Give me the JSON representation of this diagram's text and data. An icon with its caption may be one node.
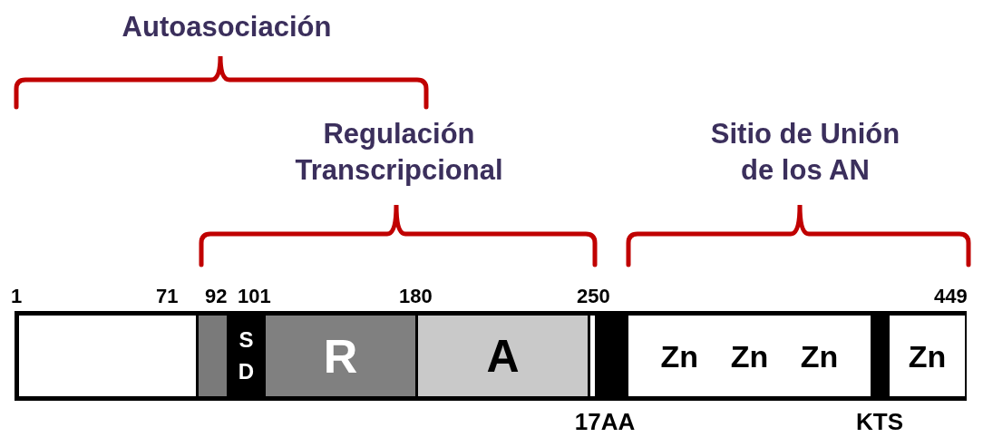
{
  "diagram": {
    "nodes": [
      {
        "text": [],
        "shape": "bar"
      },
      {
        "text": [],
        "shape": "bar"
      },
      {
        "text": [
          "S D"
        ]
      },
      {
        "text": [
          "R"
        ]
      },
      {
        "text": [
          "A"
        ]
      },
      {
        "text": [],
        "shape": "bar"
      },
      {
        "text": [],
        "shape": "bar",
        "beside": [
          "17AA"
        ]
      },
      {
        "text": [
          "Zn",
          "Zn",
          "Zn"
        ]
      },
      {
        "text": [],
        "shape": "bar",
        "beside": [
          "KTS"
        ]
      },
      {
        "text": [
          "Zn"
        ]
      }
    ],
    "edges": [],
    "labels": [
      "Autoasociación",
      "Regulación Transcripcional",
      "Sitio de Unión de los AN",
      "1",
      "71",
      "92",
      "101",
      "180",
      "250",
      "449"
    ]
  }
}
